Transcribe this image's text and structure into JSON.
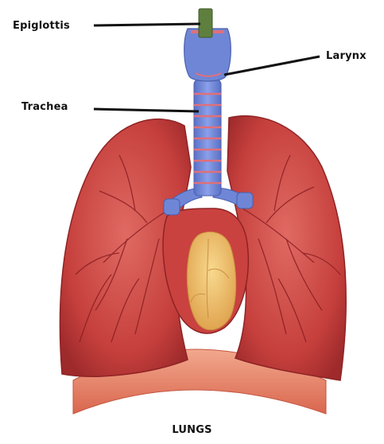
{
  "labels": {
    "epiglottis": "Epiglottis",
    "larynx": "Larynx",
    "trachea": "Trachea"
  },
  "caption": "LUNGS",
  "colors": {
    "lung": "#c6403d",
    "lung_dark": "#9e2a2b",
    "airway": "#6f86d6",
    "airway_band": "#e0707a",
    "heart": "#d14a4a",
    "heart_fat": "#f0c06a",
    "epiglottis": "#5f7f3f",
    "diaphragm": "#e88a6e",
    "leader_line": "#111111"
  }
}
